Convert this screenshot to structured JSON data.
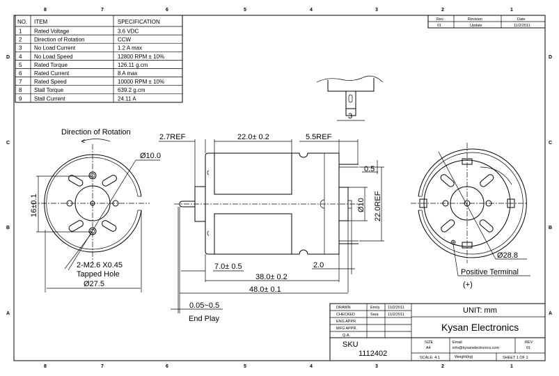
{
  "zones": {
    "top": [
      "8",
      "7",
      "6",
      "5",
      "4",
      "3",
      "2",
      "1"
    ],
    "side": [
      "D",
      "C",
      "B",
      "A"
    ]
  },
  "spec_table": {
    "headers": [
      "NO.",
      "ITEM",
      "SPECIFICATION"
    ],
    "rows": [
      [
        "1",
        "Rated Voltage",
        "3.6 VDC"
      ],
      [
        "2",
        "Direction of Rotation",
        "CCW"
      ],
      [
        "3",
        "No Load Current",
        "1.2 A max"
      ],
      [
        "4",
        "No Load Speed",
        "12800 RPM ± 10%"
      ],
      [
        "5",
        "Rated Torque",
        "126.11 g.cm"
      ],
      [
        "6",
        "Rated Current",
        "8 A max"
      ],
      [
        "7",
        "Rated Speed",
        "10000 RPM ± 10%"
      ],
      [
        "8",
        "Stall Torque",
        "639.2  g.cm"
      ],
      [
        "9",
        "Stall Current",
        "24.11 A"
      ]
    ]
  },
  "revision_table": {
    "headers": [
      "Rev.",
      "Revision",
      "Date"
    ],
    "rows": [
      [
        "01",
        "Update",
        "11/2/2011"
      ]
    ]
  },
  "front_view": {
    "rotation_label": "Direction of Rotation",
    "dia_center": "Ø10.0",
    "hole_spacing": "16±0.1",
    "tapped_hole_1": "2-M2.6 X0.45",
    "tapped_hole_2": "Tapped Hole",
    "outer_dia": "Ø27.5"
  },
  "side_view": {
    "flange_ref": "2.7REF",
    "magnet_len": "22.0± 0.2",
    "cap_ref": "5.5REF",
    "terminal_thk": "0.5",
    "boss_dia": "Ø10",
    "height_ref": "22.0REF",
    "shaft_len": "7.0± 0.5",
    "boss_len": "2.0",
    "body_len": "38.0± 0.2",
    "total_len": "48.0± 0.1",
    "end_play_value": "0.05~0.5",
    "end_play_label": "End Play"
  },
  "shaft_detail": {
    "width": "3"
  },
  "rear_view": {
    "dia": "Ø28.8",
    "terminal_label": "Positive Terminal",
    "terminal_sign": "(+)"
  },
  "title_block": {
    "drawn_label": "DRAWN",
    "drawn_by": "Emily",
    "drawn_date": "11/2/2011",
    "checked_label": "CHECKED",
    "checked_by": "Sara",
    "checked_date": "11/2/2011",
    "eng_label": "ENG APPR.",
    "mfg_label": "MFG APPR.",
    "qa_label": "Q.A.",
    "unit": "UNIT: mm",
    "company": "Kysan Electronics",
    "sku_label": "SKU",
    "sku": "1112402",
    "size_label": "SIZE",
    "size": "A4",
    "email_label": "Email",
    "email": "info@kysanelectronics.com",
    "rev_label": "REV",
    "rev": "01",
    "scale": "SCALE: 4:1",
    "weight": "Weight(kg)",
    "sheet": "SHEET 1 OF 1"
  }
}
